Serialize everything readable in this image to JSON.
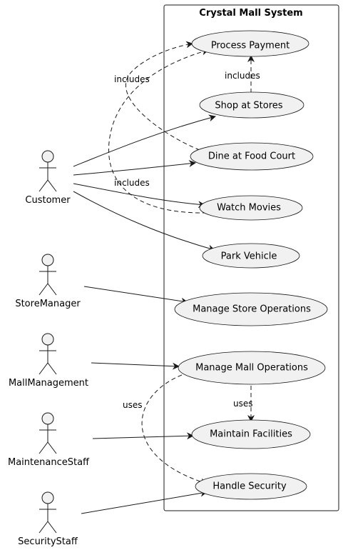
{
  "system": {
    "title": "Crystal Mall System"
  },
  "actors": [
    {
      "id": "customer",
      "label": "Customer"
    },
    {
      "id": "store-manager",
      "label": "StoreManager"
    },
    {
      "id": "mall-management",
      "label": "MallManagement"
    },
    {
      "id": "maintenance-staff",
      "label": "MaintenanceStaff"
    },
    {
      "id": "security-staff",
      "label": "SecurityStaff"
    }
  ],
  "use_cases": [
    {
      "id": "process-payment",
      "label": "Process Payment"
    },
    {
      "id": "shop-at-stores",
      "label": "Shop at Stores"
    },
    {
      "id": "dine-at-food-court",
      "label": "Dine at Food Court"
    },
    {
      "id": "watch-movies",
      "label": "Watch Movies"
    },
    {
      "id": "park-vehicle",
      "label": "Park Vehicle"
    },
    {
      "id": "manage-store-operations",
      "label": "Manage Store Operations"
    },
    {
      "id": "manage-mall-operations",
      "label": "Manage Mall Operations"
    },
    {
      "id": "maintain-facilities",
      "label": "Maintain Facilities"
    },
    {
      "id": "handle-security",
      "label": "Handle Security"
    }
  ],
  "associations": [
    {
      "from": "customer",
      "to": "shop-at-stores"
    },
    {
      "from": "customer",
      "to": "dine-at-food-court"
    },
    {
      "from": "customer",
      "to": "watch-movies"
    },
    {
      "from": "customer",
      "to": "park-vehicle"
    },
    {
      "from": "store-manager",
      "to": "manage-store-operations"
    },
    {
      "from": "mall-management",
      "to": "manage-mall-operations"
    },
    {
      "from": "maintenance-staff",
      "to": "maintain-facilities"
    },
    {
      "from": "security-staff",
      "to": "handle-security"
    }
  ],
  "dependencies": [
    {
      "from": "shop-at-stores",
      "to": "process-payment",
      "label": "includes"
    },
    {
      "from": "dine-at-food-court",
      "to": "process-payment",
      "label": "includes"
    },
    {
      "from": "watch-movies",
      "to": "process-payment",
      "label": "includes"
    },
    {
      "from": "manage-mall-operations",
      "to": "maintain-facilities",
      "label": "uses"
    },
    {
      "from": "manage-mall-operations",
      "to": "handle-security",
      "label": "uses"
    }
  ]
}
